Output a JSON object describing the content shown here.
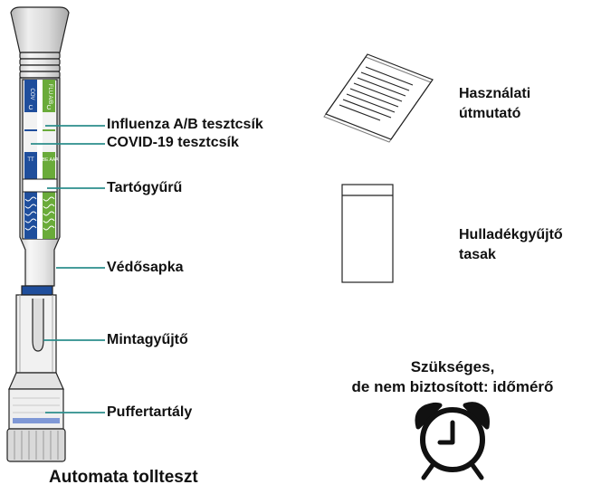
{
  "device": {
    "caption": "Automata tollteszt",
    "strip_text": {
      "covid_top": "COV",
      "flu_top": "FLU A/B",
      "c_left": "C",
      "c_right": "C",
      "t_left": "T",
      "t_right": "T",
      "left_bottom": "TT",
      "right_bottom": "BBE AAA"
    },
    "labels": [
      {
        "id": "influenza-strip",
        "text": "Influenza A/B tesztcsík"
      },
      {
        "id": "covid-strip",
        "text": "COVID-19 tesztcsík"
      },
      {
        "id": "holder-ring",
        "text": "Tartógyűrű"
      },
      {
        "id": "protective-cap",
        "text": "Védősapka"
      },
      {
        "id": "sample-collector",
        "text": "Mintagyűjtő"
      },
      {
        "id": "buffer-container",
        "text": "Puffertartály"
      }
    ]
  },
  "accessories": {
    "instructions_label": [
      "Használati",
      "útmutató"
    ],
    "waste_bag_label": [
      "Hulladékgyűjtő",
      "tasak"
    ]
  },
  "required": {
    "line1": "Szükséges,",
    "line2": "de nem biztosított: időmérő"
  },
  "colors": {
    "blue": "#1f4e9c",
    "green": "#6aab3a",
    "leader": "#2b8e8b",
    "outline": "#222222"
  }
}
